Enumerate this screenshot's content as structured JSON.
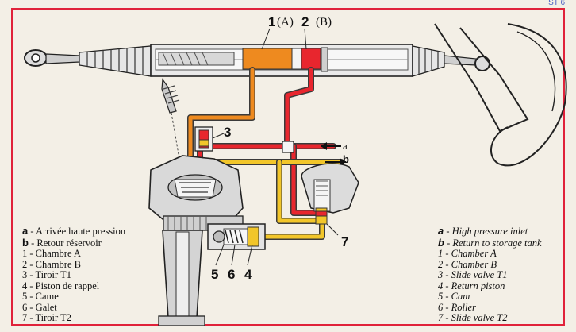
{
  "corner_note": "ST 6",
  "top_labels": {
    "n1": "1",
    "a_paren": "(A)",
    "n2": "2",
    "b_paren": "(B)"
  },
  "side_labels": {
    "n3": "3",
    "arrow_a": "a",
    "arrow_b": "b",
    "n7": "7",
    "n5": "5",
    "n6": "6",
    "n4": "4"
  },
  "legend_fr": [
    {
      "key": "a",
      "sep": " - ",
      "text": "Arrivée haute pression"
    },
    {
      "key": "b",
      "sep": " - ",
      "text": "Retour réservoir"
    },
    {
      "key": "1",
      "sep": " - ",
      "text": "Chambre A"
    },
    {
      "key": "2",
      "sep": " - ",
      "text": "Chambre B"
    },
    {
      "key": "3",
      "sep": " - ",
      "text": "Tiroir T1"
    },
    {
      "key": "4",
      "sep": " - ",
      "text": "Piston de rappel"
    },
    {
      "key": "5",
      "sep": " - ",
      "text": "Came"
    },
    {
      "key": "6",
      "sep": " - ",
      "text": "Galet"
    },
    {
      "key": "7",
      "sep": " - ",
      "text": "Tiroir T2"
    }
  ],
  "legend_en": [
    {
      "key": "a",
      "sep": " - ",
      "text": "High pressure inlet"
    },
    {
      "key": "b",
      "sep": " - ",
      "text": "Return to storage tank"
    },
    {
      "key": "1",
      "sep": " - ",
      "text": "Chamber A"
    },
    {
      "key": "2",
      "sep": " - ",
      "text": "Chamber B"
    },
    {
      "key": "3",
      "sep": " - ",
      "text": "Slide valve T1"
    },
    {
      "key": "4",
      "sep": " - ",
      "text": "Return piston"
    },
    {
      "key": "5",
      "sep": " - ",
      "text": "Cam"
    },
    {
      "key": "6",
      "sep": " - ",
      "text": "Roller"
    },
    {
      "key": "7",
      "sep": " - ",
      "text": "Slide valve T2"
    }
  ],
  "colors": {
    "frame": "#e0223a",
    "high_pressure": "#e8262e",
    "return": "#f2c62a",
    "chamber_a": "#ee8a1f",
    "metal": "#6b6b6b"
  }
}
